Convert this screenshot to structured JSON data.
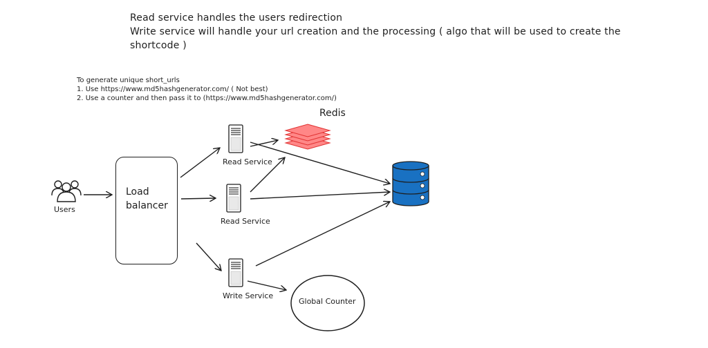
{
  "notes": {
    "line1": "Read service handles the users redirection",
    "line2": "Write service will handle your url creation and the processing ( algo that will be used to create the",
    "line3": "shortcode )",
    "gen_title": "To generate unique short_urls",
    "gen_item1": "1. Use https://www.md5hashgenerator.com/ ( Not best)",
    "gen_item2": "2. Use a counter and then pass it to (https://www.md5hashgenerator.com/)"
  },
  "nodes": {
    "users": "Users",
    "load_balancer": "Load\nbalancer",
    "read_service_1": "Read Service",
    "read_service_2": "Read Service",
    "write_service": "Write Service",
    "redis": "Redis",
    "global_counter": "Global Counter"
  },
  "colors": {
    "stroke": "#1e1e1e",
    "redis": "#ff8787",
    "database": "#1971c2"
  },
  "icons": {
    "users": "users-group-icon",
    "server": "server-icon",
    "redis": "layers-stack-icon",
    "database": "database-icon"
  }
}
